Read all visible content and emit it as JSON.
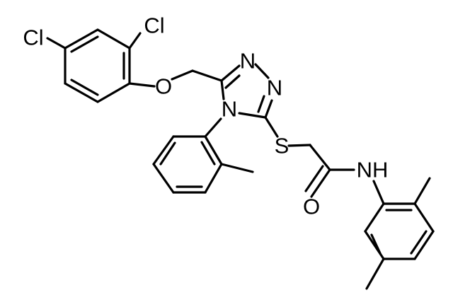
{
  "molecule": {
    "atoms": {
      "cl_para": "Cl",
      "cl_ortho": "Cl",
      "o_ether": "O",
      "n_triazole_1": "N",
      "n_triazole_2": "N",
      "n_triazole_4": "N",
      "s_thioether": "S",
      "nh_amide": "NH",
      "o_carbonyl": "O"
    }
  }
}
